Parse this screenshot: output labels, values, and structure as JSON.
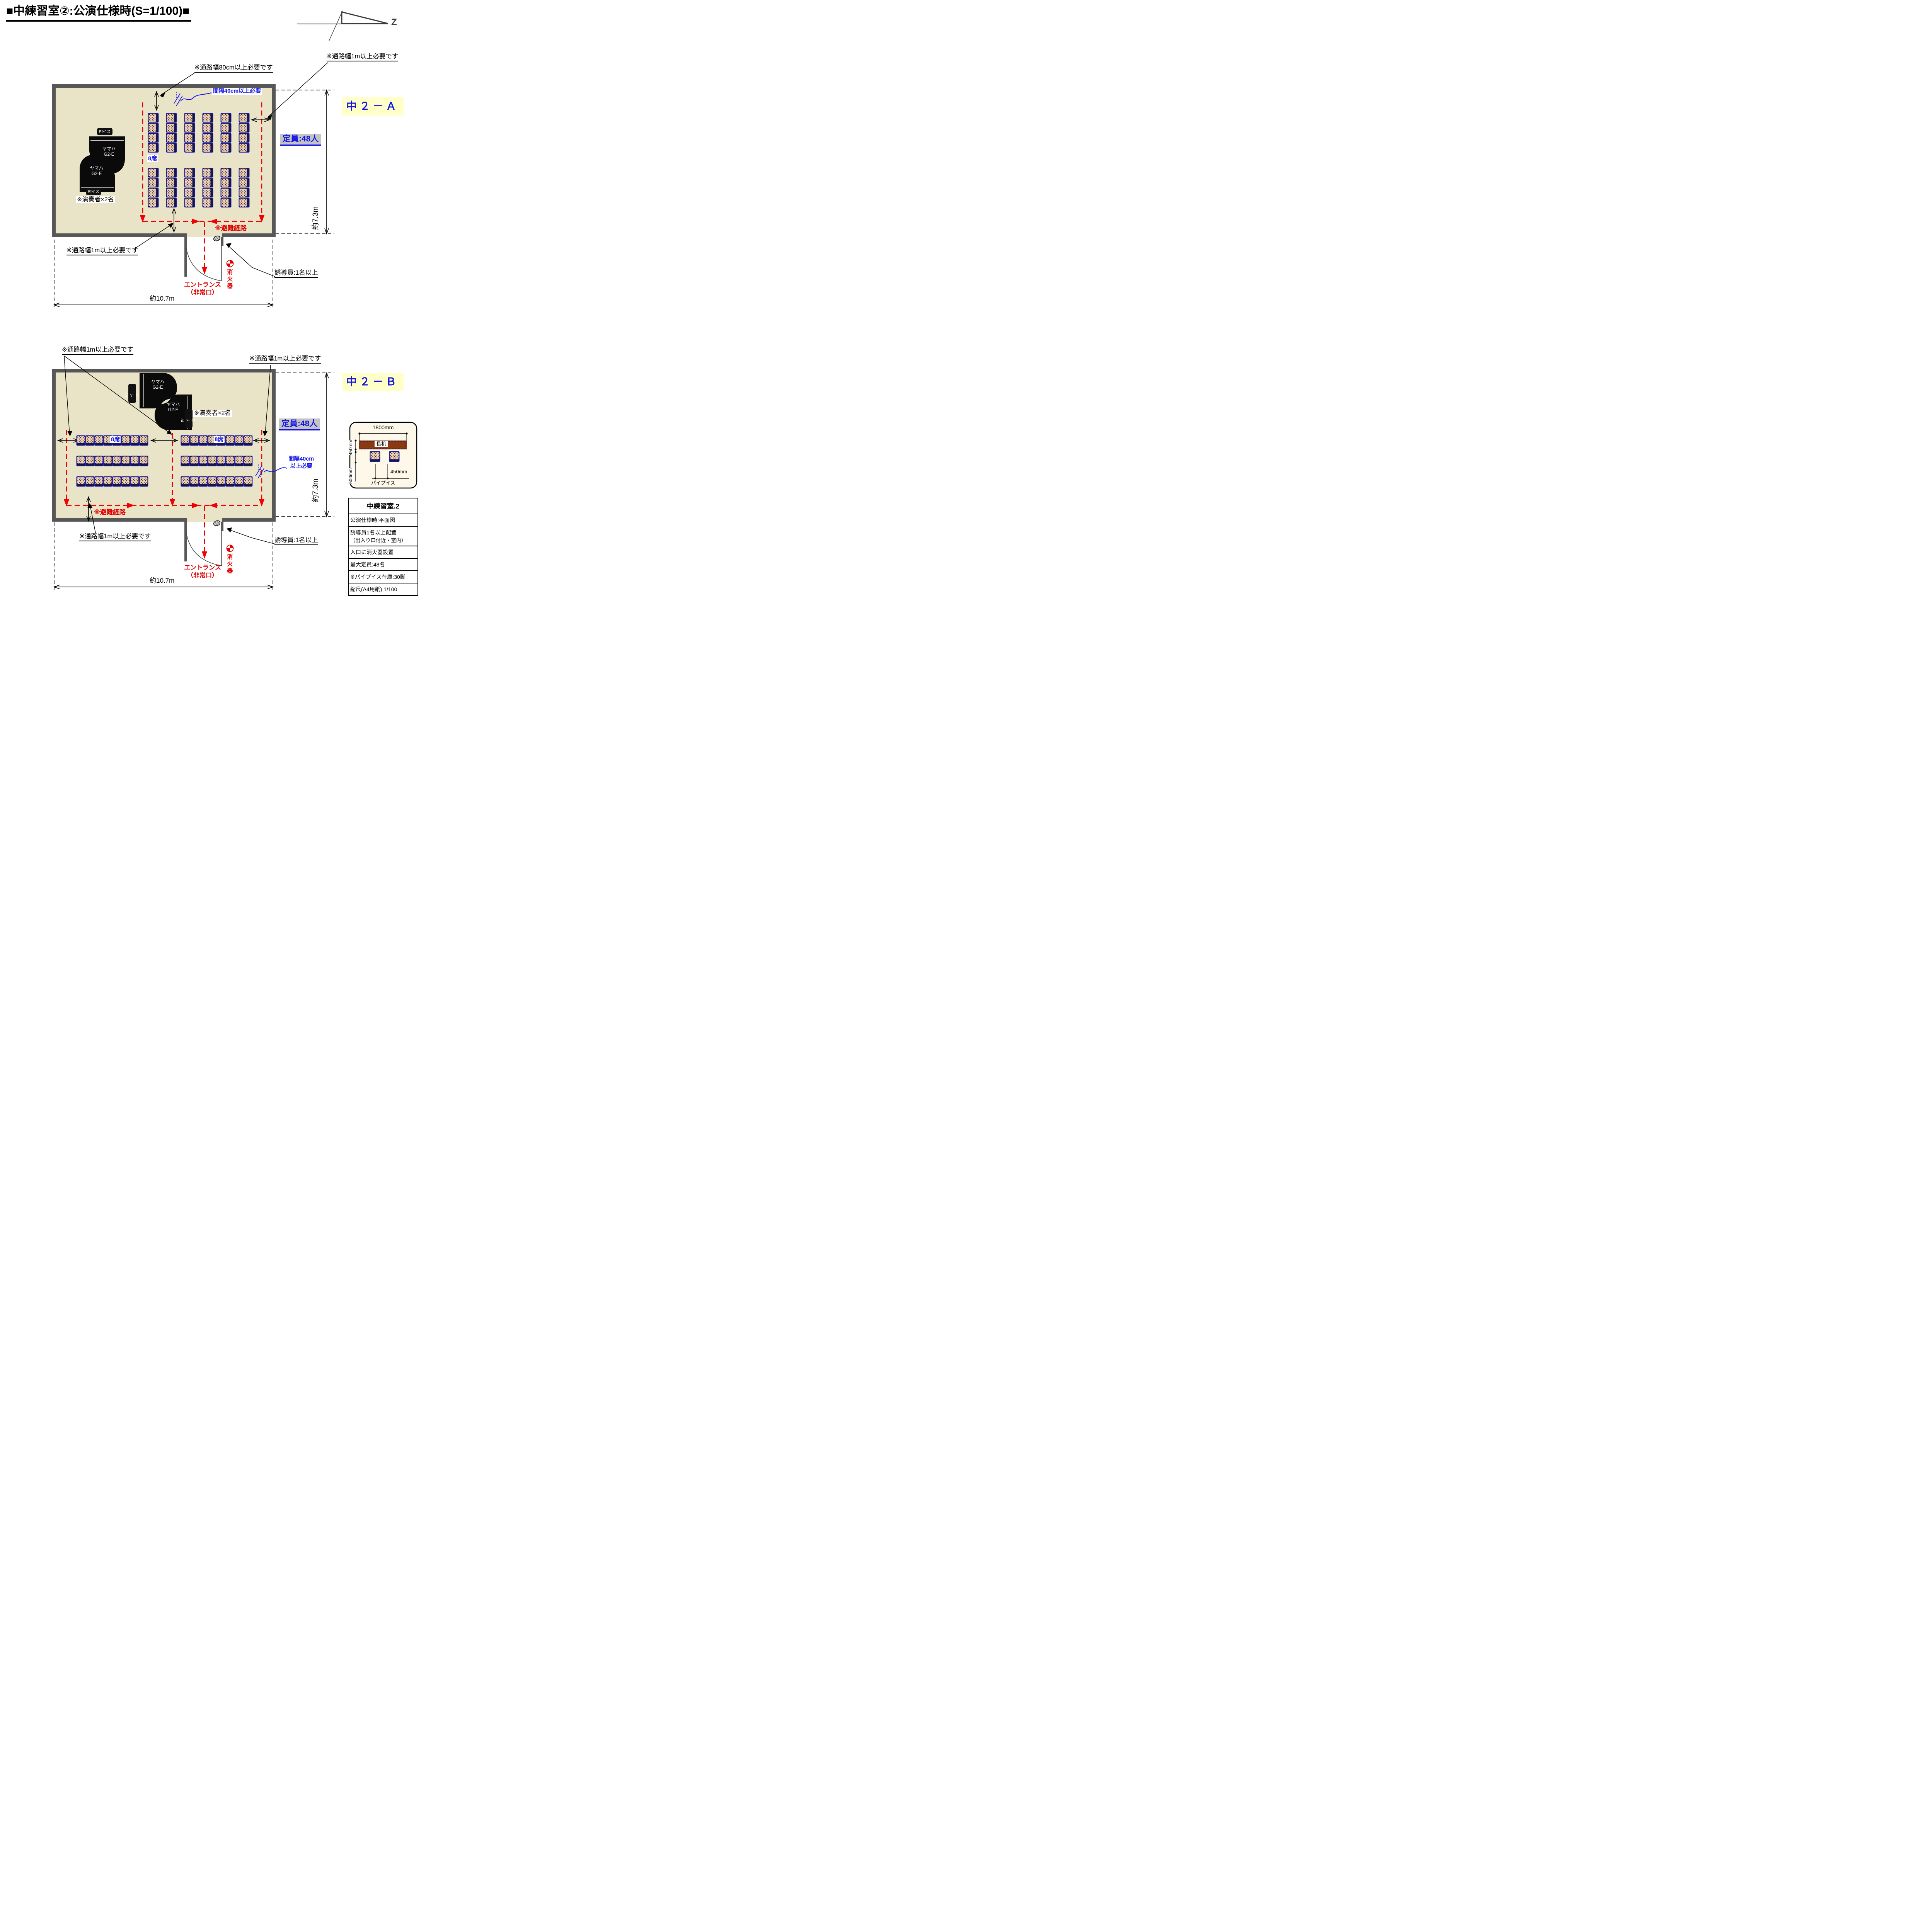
{
  "title": "■中練習室②:公演仕様時(S=1/100)■",
  "north": {
    "label": "Z"
  },
  "plan_a": {
    "name": "中２－Ａ",
    "capacity": "定員:48人",
    "width_dim": "約10.7m",
    "height_dim": "約7.3m",
    "aisle_80cm": "※通路幅80cm以上必要です",
    "aisle_1m_top_right": "※通路幅1m以上必要です",
    "aisle_1m_bottom_left": "※通路幅1m以上必要です",
    "gap_40cm": "間隔40cm以上必要",
    "seats_8": "8席",
    "evac_route": "※避難経路",
    "guide_staff": "誘導員:1名以上",
    "entrance_line1": "エントランス",
    "entrance_line2": "（非常口）",
    "extinguisher": "消火器",
    "performers": "※演奏者×2名",
    "piano_maker": "ヤマハ",
    "piano_model": "G2-E",
    "piano_chair": "Pfイス"
  },
  "plan_b": {
    "name": "中２－Ｂ",
    "capacity": "定員:48人",
    "width_dim": "約10.7m",
    "height_dim": "約7.3m",
    "aisle_1m_top_left": "※通路幅1m以上必要です",
    "aisle_1m_top_right": "※通路幅1m以上必要です",
    "aisle_1m_bottom": "※通路幅1m以上必要です",
    "gap_40cm_line1": "間隔40cm",
    "gap_40cm_line2": "以上必要",
    "seats_8_left": "8席",
    "seats_8_right": "8席",
    "evac_route": "※避難経路",
    "guide_staff": "誘導員:1名以上",
    "entrance_line1": "エントランス",
    "entrance_line2": "（非常口）",
    "extinguisher": "消火器",
    "performers": "※演奏者×2名",
    "piano_maker": "ヤマハ",
    "piano_model": "G2-E",
    "piano_chair": "Pfイス"
  },
  "detail_box": {
    "table_width": "1800mm",
    "table_depth": "450mm",
    "clearance": "500mm",
    "chair_pitch": "450mm",
    "table_label": "長机",
    "chair_label": "パイプイス"
  },
  "info_table": {
    "rows": [
      "中練習室.2",
      "公演仕様時:平面図",
      "誘導員1名以上配置",
      "（出入り口付近・室内）",
      "入口に消火器設置",
      "最大定員:48名",
      "※パイプイス在庫:30脚",
      "縮尺(A4用紙) 1/100"
    ]
  }
}
